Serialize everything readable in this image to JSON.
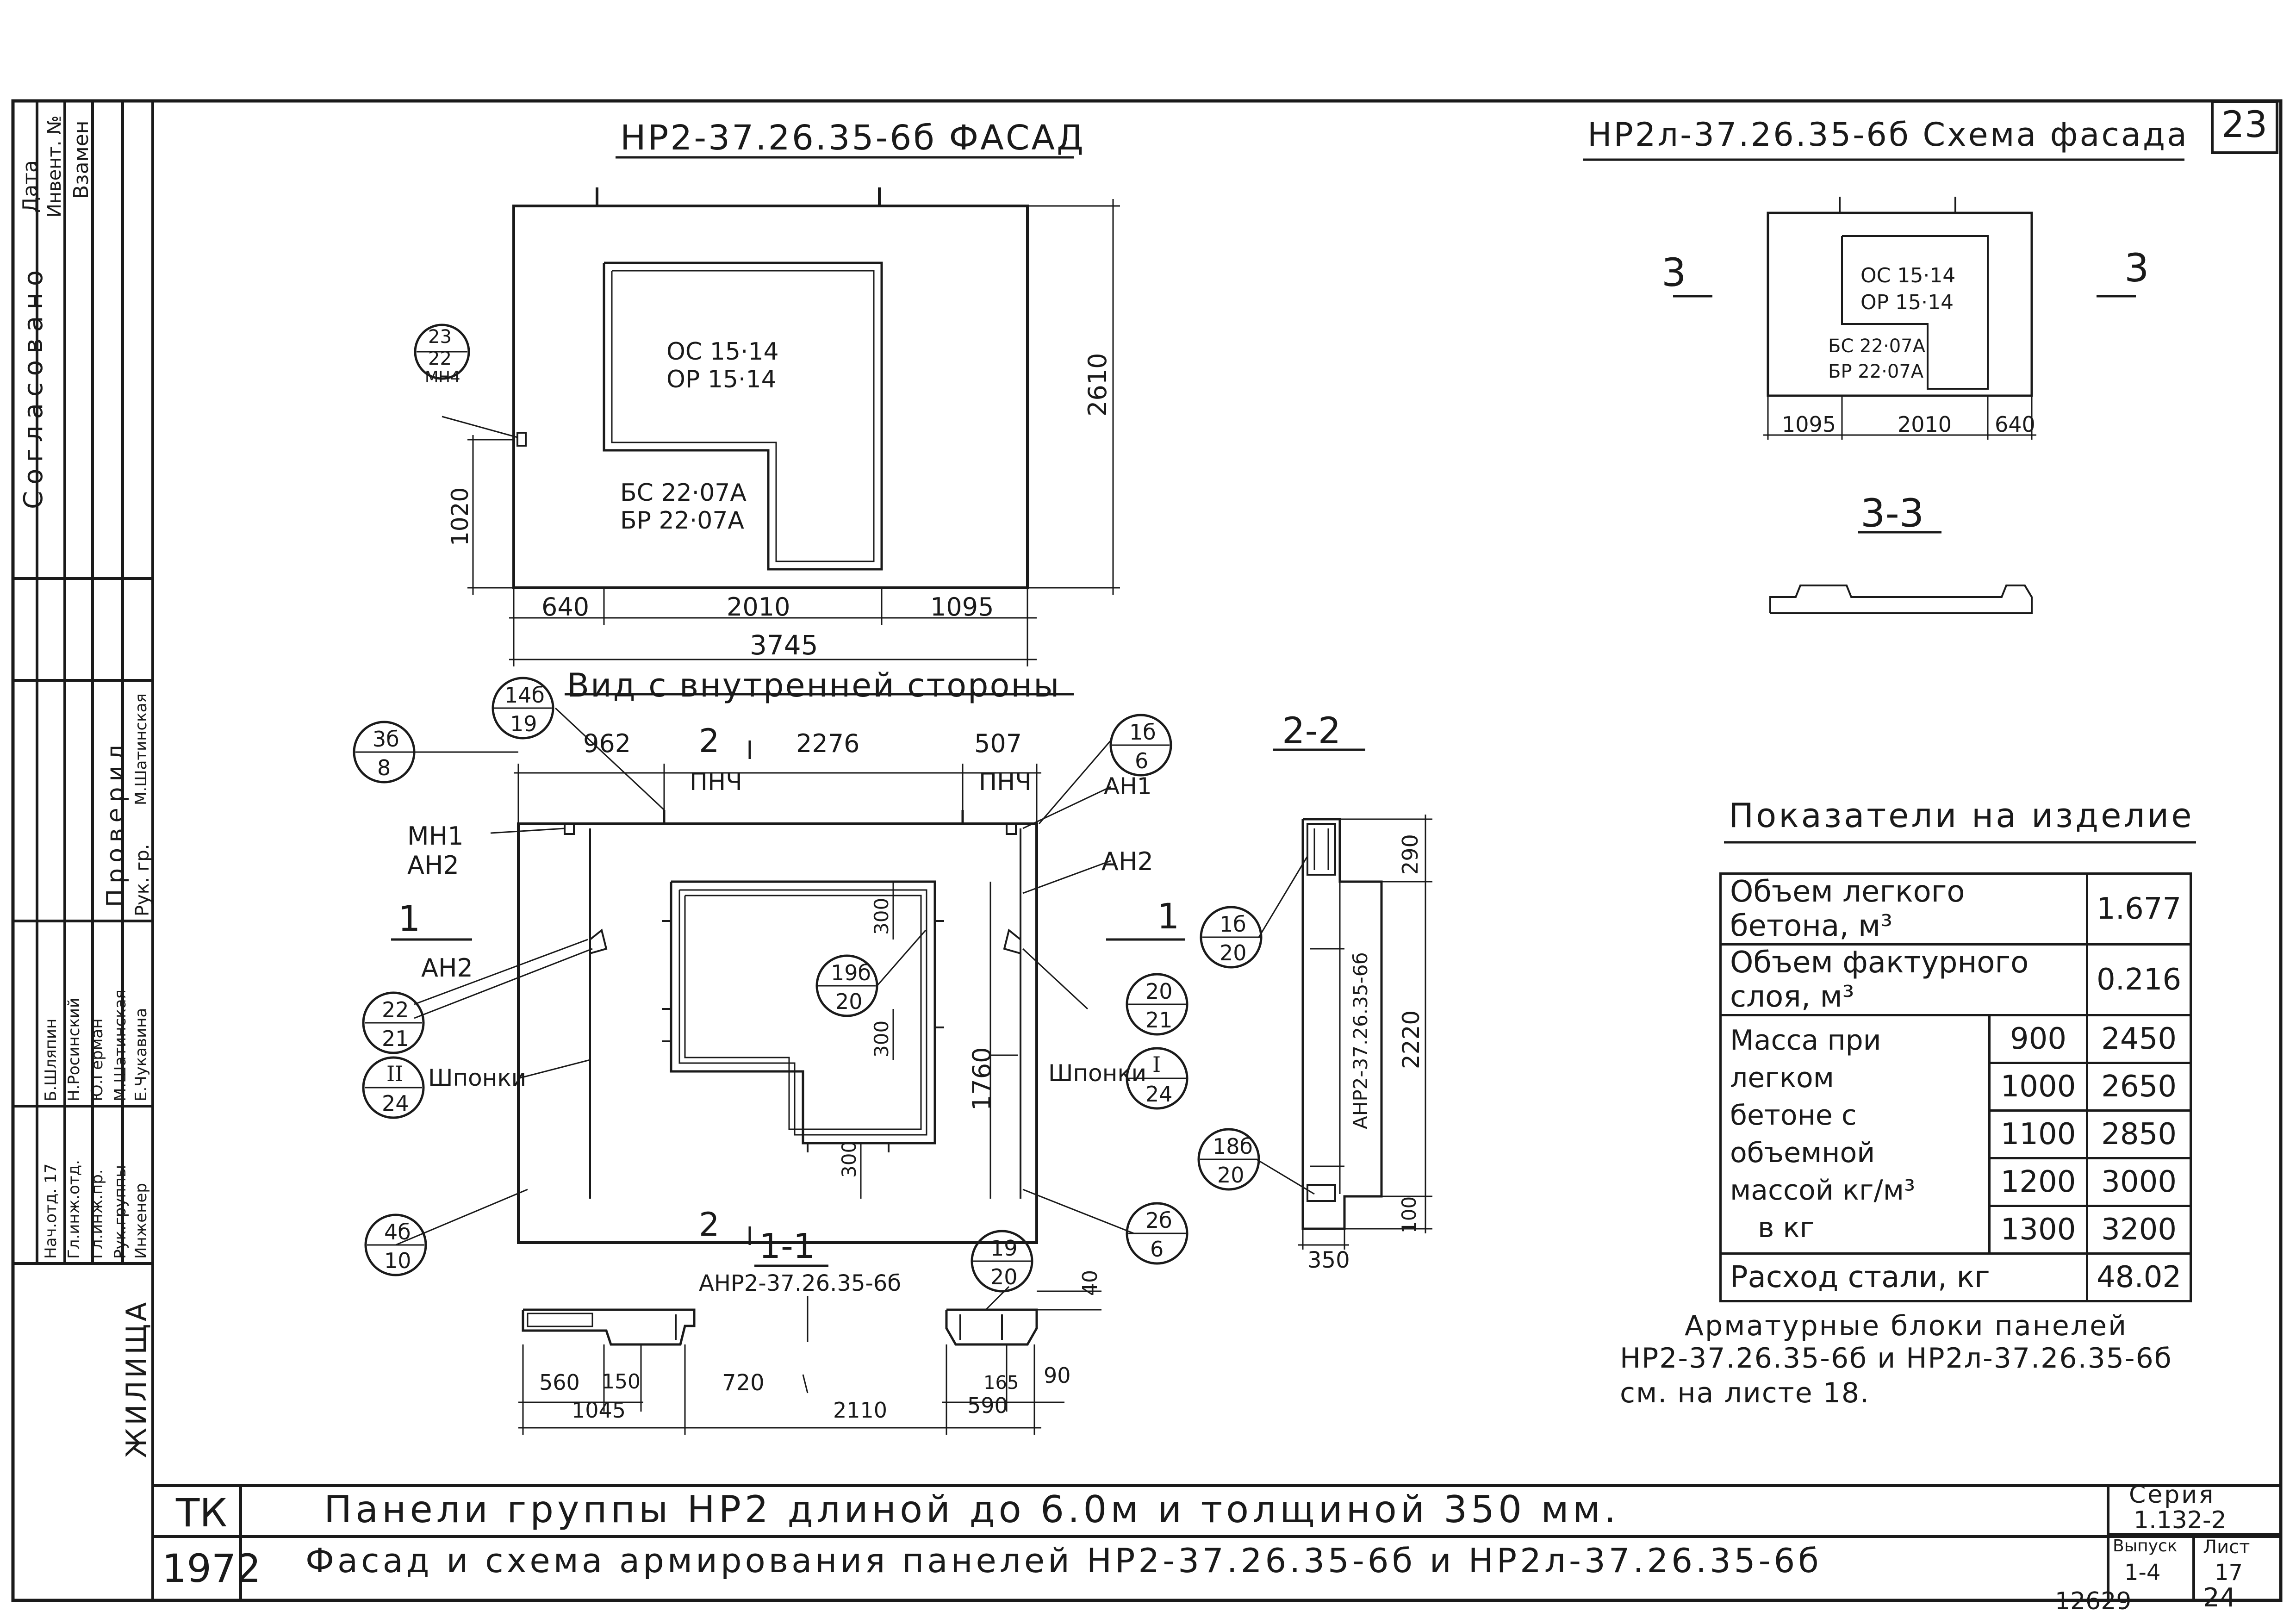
{
  "sheet": {
    "sheet_number_top": "23",
    "corner_note": "24",
    "bottom_note": "12629"
  },
  "facade": {
    "title": "НР2-37.26.35-6б  ФАСАД",
    "window_label": [
      "ОС 15·14",
      "ОР 15·14"
    ],
    "door_label": [
      "БС 22·07А",
      "БР 22·07А"
    ],
    "dims": {
      "left": "640",
      "middle": "2010",
      "right": "1095",
      "total": "3745",
      "height": "2610",
      "sill": "1020"
    },
    "callout_23": [
      "23",
      "22",
      "МН4"
    ]
  },
  "scheme": {
    "title": "НР2л-37.26.35-6б  Схема фасада",
    "window_label": [
      "ОС 15·14",
      "ОР 15·14"
    ],
    "door_label": [
      "БС 22·07А",
      "БР 22·07А"
    ],
    "dims": [
      "1095",
      "2010",
      "640"
    ],
    "section_marks": [
      "3",
      "3"
    ],
    "section_title": "3-3"
  },
  "inner": {
    "title": "Вид с внутренней  стороны",
    "top_dims": [
      "962",
      "2276",
      "507"
    ],
    "section_2_top": "2",
    "section_2_bottom": "2",
    "pnch_left": "ПНЧ",
    "pnch_right": "ПНЧ",
    "labels": {
      "mn1": "МН1",
      "an2_left": "АН2",
      "an2_left_lower": "АН2",
      "an1_right": "АН1",
      "an2_right": "АН2",
      "shponki_left": "Шпонки",
      "shponki_right": "Шпонки",
      "section_1_left": "1",
      "section_1_right": "1"
    },
    "dims": {
      "d300a": "300",
      "d300b": "300",
      "d300c": "300",
      "d1760": "1760"
    },
    "callouts": [
      {
        "top": "3б",
        "bottom": "8"
      },
      {
        "top": "14б",
        "bottom": "19"
      },
      {
        "top": "1б",
        "bottom": "6"
      },
      {
        "top": "22",
        "bottom": "21"
      },
      {
        "top": "II",
        "bottom": "24"
      },
      {
        "top": "19б",
        "bottom": "20"
      },
      {
        "top": "20",
        "bottom": "21"
      },
      {
        "top": "I",
        "bottom": "24"
      },
      {
        "top": "4б",
        "bottom": "10"
      },
      {
        "top": "2б",
        "bottom": "6"
      }
    ]
  },
  "section11": {
    "title": "1-1",
    "block_name": "АНР2-37.26.35-6б",
    "callout": [
      "19",
      "20"
    ],
    "dims": {
      "d560": "560",
      "d150": "150",
      "d720": "720",
      "d1045": "1045",
      "d2110": "2110",
      "d165": "165",
      "d90": "90",
      "d590": "590",
      "d40": "40"
    }
  },
  "section22": {
    "title": "2-2",
    "block_name": "АНР2-37.26.35-6б",
    "callouts": [
      {
        "top": "1б",
        "bottom": "20"
      },
      {
        "top": "18б",
        "bottom": "20"
      }
    ],
    "dims": {
      "d290": "290",
      "d2220": "2220",
      "d100": "100",
      "d350": "350"
    }
  },
  "indicators": {
    "title": "Показатели на изделие",
    "rows": {
      "light_concrete_volume": {
        "label": "Объем легкого бетона, м³",
        "value": "1.677"
      },
      "facing_layer_volume": {
        "label": "Объем фактурного слоя, м³",
        "value": "0.216"
      },
      "mass_label": [
        "Масса при легком",
        "бетоне с объемной",
        "массой  кг/м³",
        "в кг"
      ],
      "mass": [
        {
          "density": "900",
          "mass": "2450"
        },
        {
          "density": "1000",
          "mass": "2650"
        },
        {
          "density": "1100",
          "mass": "2850"
        },
        {
          "density": "1200",
          "mass": "3000"
        },
        {
          "density": "1300",
          "mass": "3200"
        }
      ],
      "steel": {
        "label": "Расход   стали,  кг",
        "value": "48.02"
      }
    }
  },
  "note": {
    "lines": [
      "Арматурные блоки панелей",
      "НР2-37.26.35-6б  и  НР2л-37.26.35-6б",
      "см.  на листе  18."
    ]
  },
  "side_stamp": {
    "data_cols": [
      "Дата",
      "Инвент. №",
      "Взамен"
    ],
    "soglasovano": "Согласовано",
    "proveril": "Проверил",
    "rukgr": "Рук. гр.",
    "shatinskaya": "М.Шатинская",
    "names": [
      "Б.Шляпин",
      "Н.Росинский",
      "Ю.Герман",
      "М.Шатинская",
      "Е.Чукавина"
    ],
    "roles": [
      "Нач.отд. 17",
      "Гл.инж.отд.",
      "Гл.инж.пр.",
      "Рук.группы",
      "Инженер"
    ],
    "org": "ЖИЛИЩА"
  },
  "title_block": {
    "tk": "ТК",
    "year": "1972",
    "line1": "Панели  группы  НР2  длиной  до  6.0м  и  толщиной  350  мм.",
    "line2": "Фасад  и  схема  армирования  панелей  НР2-37.26.35-6б  и  НР2л-37.26.35-6б",
    "series_label": "Серия",
    "series_value": "1.132-2",
    "issue_label": "Выпуск",
    "issue_value": "1-4",
    "sheet_label": "Лист",
    "sheet_value": "17"
  }
}
